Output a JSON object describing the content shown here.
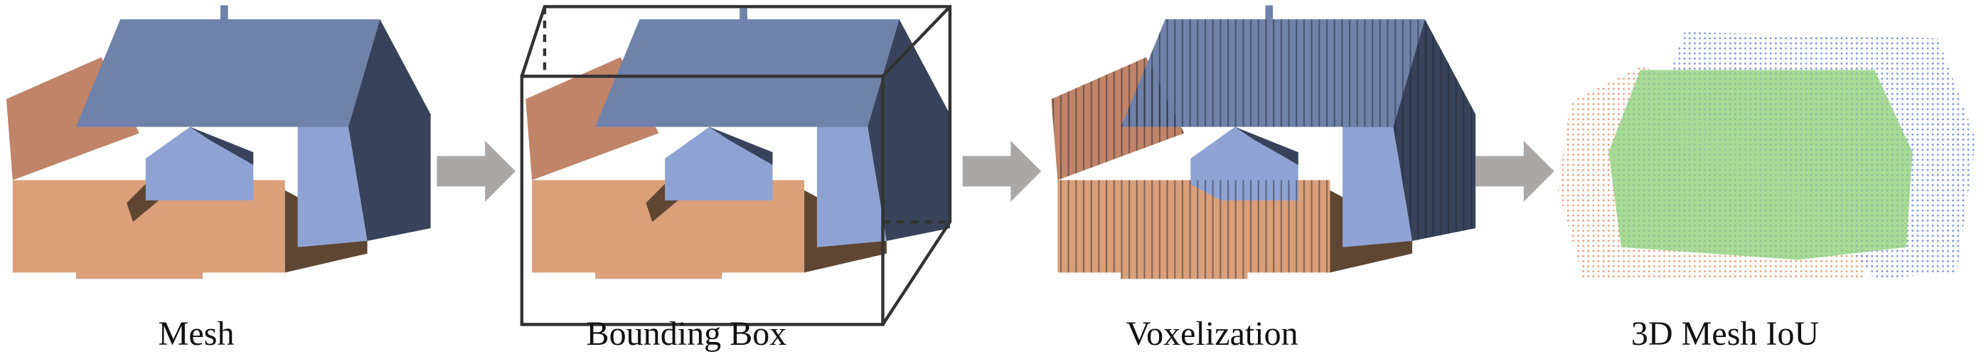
{
  "stages": [
    {
      "label": "Mesh"
    },
    {
      "label": "Bounding Box"
    },
    {
      "label": "Voxelization"
    },
    {
      "label": "3D Mesh IoU"
    }
  ],
  "colors": {
    "roof": "#6e82aa",
    "gable": "#37435a",
    "wall_blue": "#8ea3d3",
    "orange": "#d9a07a",
    "orange_dark": "#c08468",
    "brown": "#5f4632",
    "arrow": "#aaa7a5",
    "green": "#9fd88a"
  }
}
